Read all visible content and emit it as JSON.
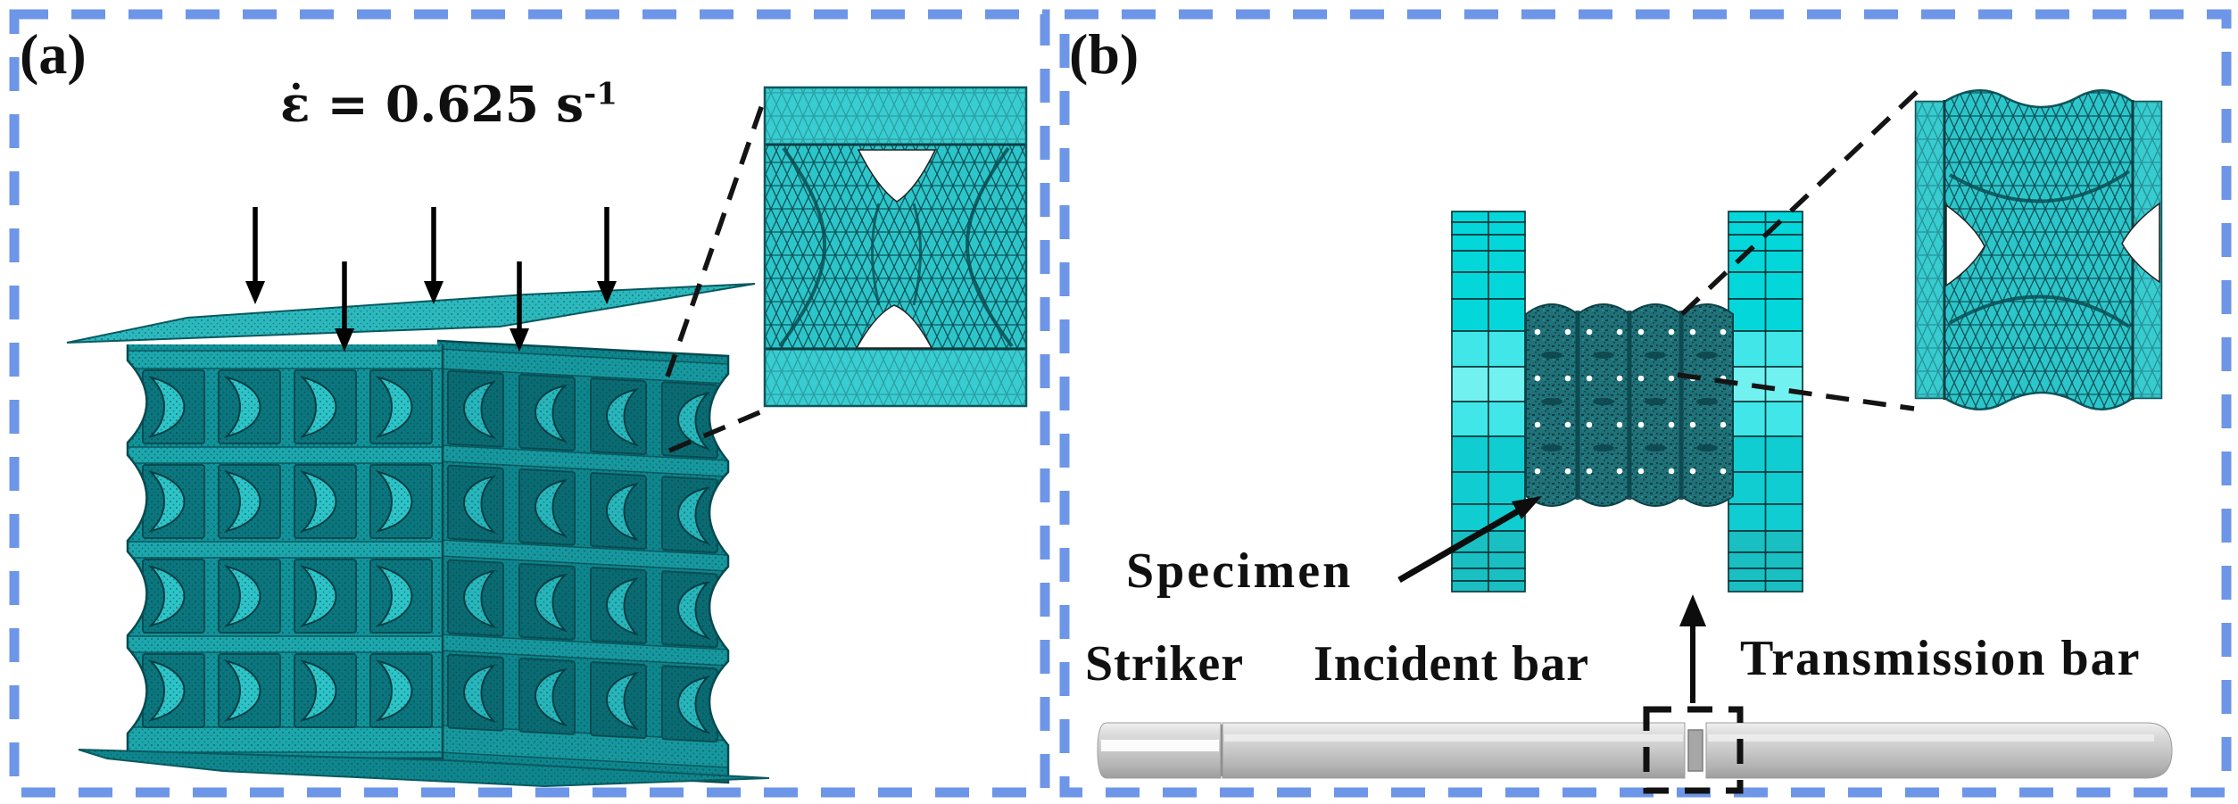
{
  "figure": {
    "panel_a": {
      "label": "(a)",
      "strain_rate_base": "ε̇ = 0.625 s",
      "strain_rate_exponent": "-1"
    },
    "panel_b": {
      "label": "(b)",
      "specimen_label": "Specimen",
      "striker_label": "Striker",
      "incident_bar_label": "Incident bar",
      "transmission_bar_label": "Transmission bar"
    },
    "colors": {
      "dashed_border_blue": "#6e96e8",
      "lattice_teal": "#11939a",
      "lattice_teal_dark": "#0a5a60",
      "crescent_cyan": "#2dc4c8",
      "inset_cyan": "#2cc6ca",
      "pressure_bar_cyan": "#04d7d9",
      "specimen_teal": "#207178",
      "rod_gray": "#c9c9c9",
      "text_black": "#101010"
    }
  }
}
